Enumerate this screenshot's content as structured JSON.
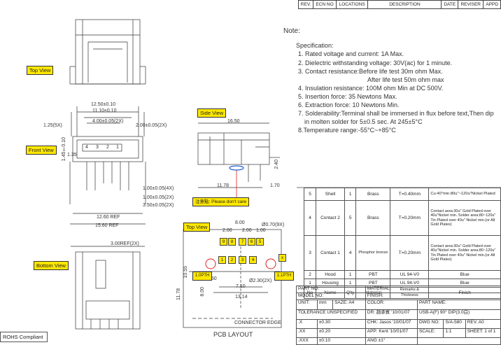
{
  "revision_table": {
    "headers": [
      "REV.",
      "ECN NO",
      "LOCATIONS",
      "DESCRIPTION",
      "DATE",
      "REVISER",
      "APPD"
    ]
  },
  "views": {
    "top": "Top View",
    "front": "Front View",
    "side": "Side View",
    "bottom": "Bottom View",
    "pcb_top": "Top View",
    "side_warning": "注意點: Please don't care",
    "pcb_layout": "PCB LAYOUT",
    "connector_edge": "CONNECTOR EDGE"
  },
  "front_dims": {
    "d1": "12.50±0.10",
    "d2": "11.10±0.10",
    "d3": "4.00±0.05(2X)",
    "d4": "2.00±0.05(2X)",
    "d5": "1.25(5X)",
    "d6": "1.00±0.05(4X)",
    "d7": "1.00±0.05(2X)",
    "d8": "3.50±0.05(2X)",
    "d9": "12.60 REF",
    "d10": "15.60 REF",
    "d11": "1.45±0.10",
    "d12": "1.35",
    "pins": [
      "4",
      "3",
      "2",
      "1"
    ]
  },
  "side_dims": {
    "d1": "16.50",
    "d2": "11.78",
    "d3": "2.40",
    "d4": "1.70"
  },
  "bottom_dims": {
    "d1": "3.00REF(2X)"
  },
  "pcb_dims": {
    "d1": "8.00",
    "d2": "2.00",
    "d3": "2.00",
    "d4": "1.00",
    "d5": "Ø0.70(9X)",
    "d6": "7.10",
    "d7": "Ø2.30(2X)",
    "d8": "13.14",
    "d9": "11.78",
    "d10": "10.55",
    "d11": "8.00",
    "d12": "1.50",
    "pins": [
      "9",
      "8",
      "7",
      "6",
      "5",
      "1",
      "2",
      "3",
      "4"
    ],
    "x_mark": "x",
    "lpth": "1.0PTH",
    "rpth": "1.1PTH"
  },
  "notes": {
    "header": "Note:",
    "spec_title": "Specification:",
    "lines": [
      "1. Rated voltage and current: 1A Max.",
      "2. Dielectric withstanding voltage: 30V(ac) for 1 minute.",
      "3. Contact resistance:Before life test 30m ohm Max.",
      "After life test 50m ohm max",
      "4. Insulation resistance: 100M ohm Min at DC 500V.",
      "5. Insertion force: 35 Newtons Max.",
      "6. Extraction force: 10 Newtons Min.",
      "7. Solderability:Terminal shall be immersed in flux before text,Then dip",
      "in molten solder for 5±0.5 sec. At 245±5°C",
      "8.Temperature range:-55°C~+85°C"
    ]
  },
  "bom": {
    "rows": [
      {
        "no": "5",
        "name": "Shell",
        "qty": "1",
        "material": "Brass",
        "thickness": "T=0.40mm",
        "finish": "Cu:40\"min.80u\"~120u\"Nickel Plated"
      },
      {
        "no": "4",
        "name": "Contact 2",
        "qty": "5",
        "material": "Brass",
        "thickness": "T=0.20mm",
        "finish": "Contact area:30u\" Gold Plated over 40u\"Nickel min. Solder area:80~120u\" Tin Plated over 40u\" Nickel min.(or All Gold Plates)"
      },
      {
        "no": "3",
        "name": "Contact 1",
        "qty": "4",
        "material": "Phosphor bronze",
        "thickness": "T=0.20mm",
        "finish": "Contact area:30u\" Gold Plated over 40u\"Nickel min. Solder area:80~120u\" Tin Plated over 40u\" Nickel min.(or All Gold Plates)"
      },
      {
        "no": "2",
        "name": "Hood",
        "qty": "1",
        "material": "PBT",
        "thickness": "UL 94-V0",
        "finish": "Blue"
      },
      {
        "no": "1",
        "name": "Housing",
        "qty": "1",
        "material": "PBT",
        "thickness": "UL 94-V0",
        "finish": "Blue"
      }
    ],
    "header": {
      "no": "No",
      "name": "Name",
      "qty": "Q'ty",
      "material": "Material",
      "thickness": "Remarks & Thickness",
      "finish": "Finish"
    }
  },
  "title_block": {
    "part_no": "PART NO:",
    "material": "MATERIAL:",
    "model_no": "MODEL NO:",
    "finish": "FINISH:",
    "unit_label": "UNIT:",
    "unit": "mm",
    "size_label": "SAZE:",
    "size": "A4",
    "color": "COLOR:",
    "part_name_label": "PART NAME:",
    "part_name": "USB-A(F) 90° DIP(3.0白)",
    "tolerance": "TOLERANCE UNSPECIFIED",
    "tol_x": ".X",
    "tol_x_val": "±0.30",
    "tol_xx": ".XX",
    "tol_xx_val": "±0.20",
    "tol_xxx": ".XXX",
    "tol_xxx_val": "±0.10",
    "tol_ang": "ANG",
    "tol_ang_val": "±1°",
    "dr_label": "DR:",
    "dr": "趙承賓 '10/01/07",
    "chk_label": "CHK:",
    "chk": "Jasos '10/01/07",
    "app_label": "APP:",
    "app": "Kent '10/01/07",
    "dwg_label": "DWG NO:",
    "dwg": "S/A-580",
    "rev_label": "REV.",
    "rev": "A0",
    "scale_label": "SCALE:",
    "scale": "1:1",
    "sheet_label": "SHEET:",
    "sheet": "1 of 1"
  },
  "rohs": "ROHS Compliant"
}
